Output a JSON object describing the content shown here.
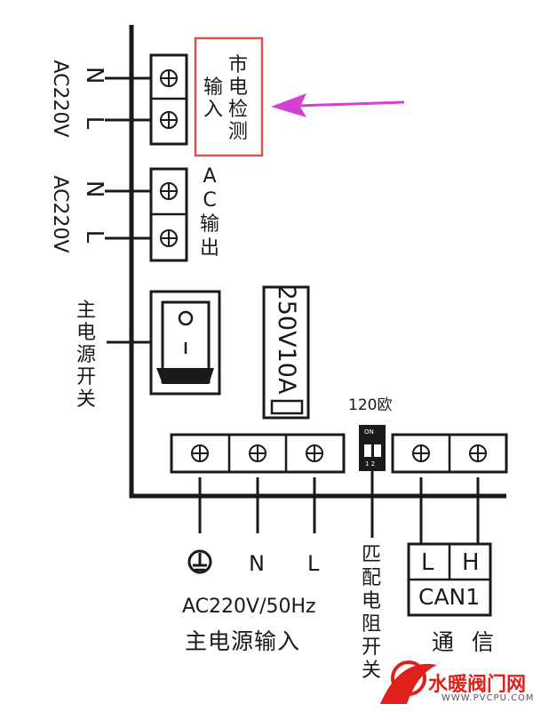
{
  "ac_input": {
    "n_label": "N",
    "l_label": "L",
    "voltage": "AC220V"
  },
  "mains_detect": {
    "label_right": "市电检测",
    "label_left": "输入"
  },
  "ac_output": {
    "n_label": "N",
    "l_label": "L",
    "voltage": "AC220V",
    "label": "AC输出"
  },
  "main_switch": {
    "label": "主电源开关"
  },
  "fuse": {
    "label": "250V10A"
  },
  "termination": {
    "resistor_label": "120欧",
    "dip_on": "ON",
    "dip_pins": "1 2",
    "switch_label": "匹配电阻开关"
  },
  "power_input": {
    "n_label": "N",
    "l_label": "L",
    "spec": "AC220V/50Hz",
    "label": "主电源输入"
  },
  "can_bus": {
    "l_label": "L",
    "h_label": "H",
    "name": "CAN1",
    "label": "通 信"
  },
  "watermark": {
    "site": "水暖阀门网",
    "url": "WWW.PVCPU.COM"
  },
  "colors": {
    "line": "#1a1a1a",
    "highlight_box": "#d9534f",
    "arrow": "#d63fd6",
    "watermark_red": "#e0211b"
  }
}
